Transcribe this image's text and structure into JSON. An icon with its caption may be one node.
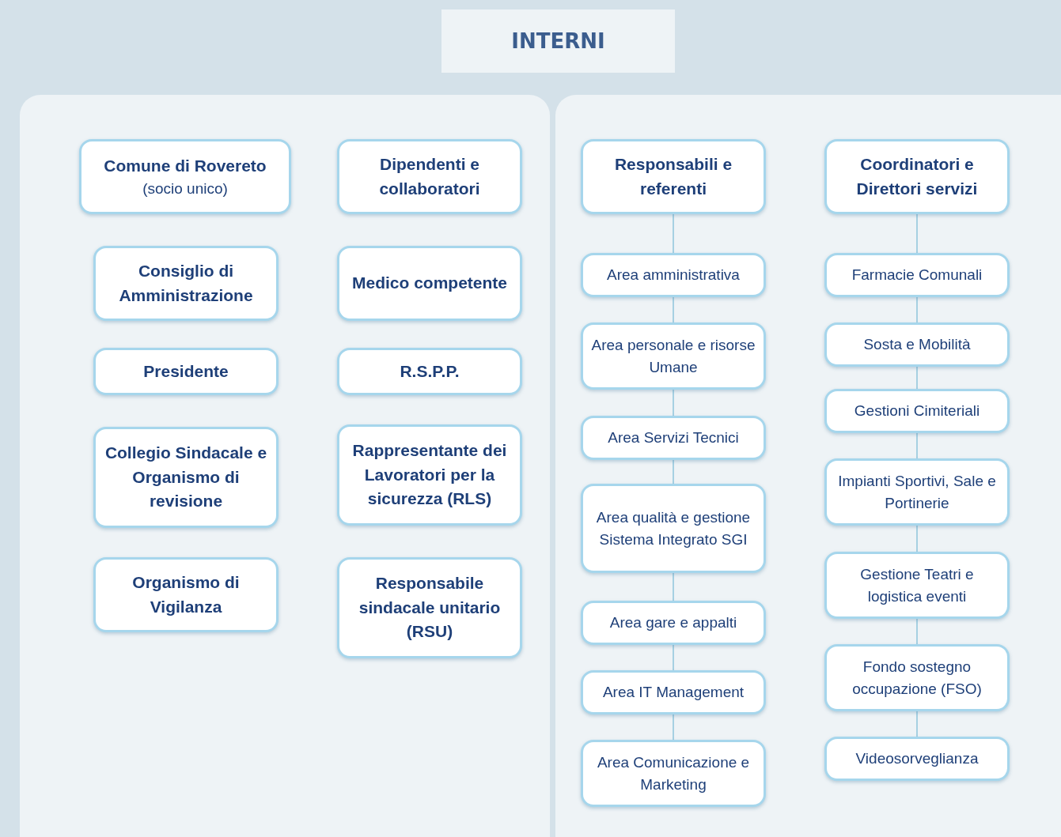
{
  "diagram": {
    "title": "INTERNI",
    "nodes": [
      {
        "text": [
          "Comune di Rovereto",
          "(socio unico)"
        ]
      },
      {
        "text": [
          "Dipendenti e collaboratori"
        ]
      },
      {
        "text": [
          "Consiglio di Amministrazione"
        ]
      },
      {
        "text": [
          "Medico competente"
        ]
      },
      {
        "text": [
          "Presidente"
        ]
      },
      {
        "text": [
          "R.S.P.P."
        ]
      },
      {
        "text": [
          "Collegio Sindacale e Organismo di revisione"
        ]
      },
      {
        "text": [
          "Rappresentante dei Lavoratori per la sicurezza (RLS)"
        ]
      },
      {
        "text": [
          "Organismo di Vigilanza"
        ]
      },
      {
        "text": [
          "Responsabile sindacale unitario (RSU)"
        ]
      },
      {
        "text": [
          "Responsabili e referenti"
        ]
      },
      {
        "text": [
          "Area amministrativa"
        ]
      },
      {
        "text": [
          "Area personale e risorse Umane"
        ]
      },
      {
        "text": [
          "Area Servizi Tecnici"
        ]
      },
      {
        "text": [
          "Area qualità e gestione Sistema Integrato SGI"
        ]
      },
      {
        "text": [
          "Area gare e appalti"
        ]
      },
      {
        "text": [
          "Area IT Management"
        ]
      },
      {
        "text": [
          "Area Comunicazione e Marketing"
        ]
      },
      {
        "text": [
          "Coordinatori e Direttori servizi"
        ]
      },
      {
        "text": [
          "Farmacie Comunali"
        ]
      },
      {
        "text": [
          "Sosta e Mobilità"
        ]
      },
      {
        "text": [
          "Gestioni Cimiteriali"
        ]
      },
      {
        "text": [
          "Impianti Sportivi, Sale e Portinerie"
        ]
      },
      {
        "text": [
          "Gestione Teatri e logistica eventi"
        ]
      },
      {
        "text": [
          "Fondo sostegno occupazione (FSO)"
        ]
      },
      {
        "text": [
          "Videosorveglianza"
        ]
      }
    ],
    "edges": [
      {
        "from": 10,
        "to": 11,
        "arrow": "none"
      },
      {
        "from": 11,
        "to": 12,
        "arrow": "none"
      },
      {
        "from": 12,
        "to": 13,
        "arrow": "none"
      },
      {
        "from": 13,
        "to": 14,
        "arrow": "none"
      },
      {
        "from": 14,
        "to": 15,
        "arrow": "none"
      },
      {
        "from": 15,
        "to": 16,
        "arrow": "none"
      },
      {
        "from": 16,
        "to": 17,
        "arrow": "none"
      },
      {
        "from": 18,
        "to": 19,
        "arrow": "none"
      },
      {
        "from": 19,
        "to": 20,
        "arrow": "none"
      },
      {
        "from": 20,
        "to": 21,
        "arrow": "none"
      },
      {
        "from": 21,
        "to": 22,
        "arrow": "none"
      },
      {
        "from": 22,
        "to": 23,
        "arrow": "none"
      },
      {
        "from": 23,
        "to": 24,
        "arrow": "none"
      },
      {
        "from": 24,
        "to": 25,
        "arrow": "none"
      }
    ]
  }
}
